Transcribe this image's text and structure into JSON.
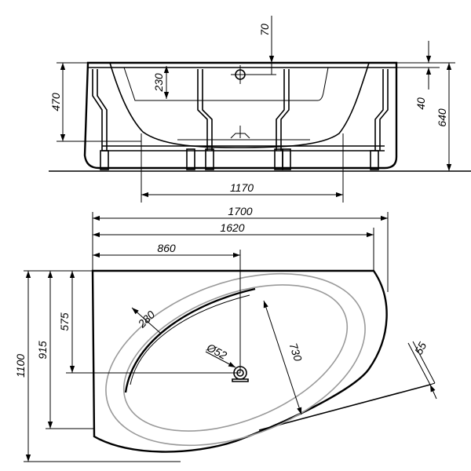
{
  "diagram": {
    "elevation_dims": {
      "depth_inner": "230",
      "height_left": "470",
      "overflow_offset": "70",
      "rim_step": "40",
      "height_total": "640",
      "inner_width": "1170"
    },
    "plan_dims": {
      "overall_length": "1700",
      "rim_length": "1620",
      "drain_offset_x": "860",
      "corner_radius": "280",
      "drain_diameter": "Ø52",
      "bowl_width": "730",
      "rim_width": "55",
      "drain_offset_y": "575",
      "side_length": "915",
      "overall_width": "1100"
    }
  }
}
